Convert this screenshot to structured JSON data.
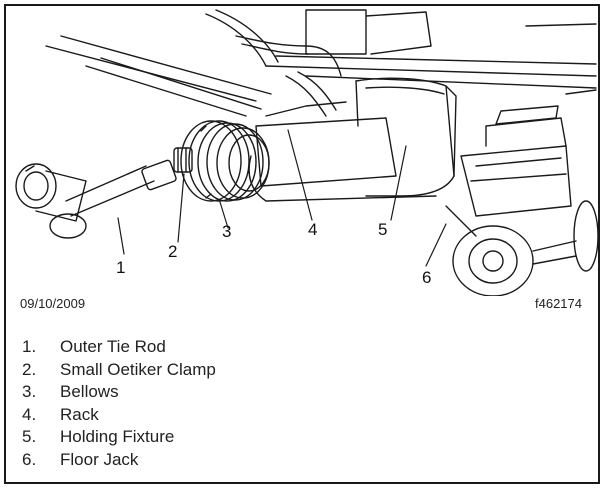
{
  "figure": {
    "date": "09/10/2009",
    "figure_id": "f462174",
    "callouts": [
      "1",
      "2",
      "3",
      "4",
      "5",
      "6"
    ]
  },
  "legend": [
    {
      "num": "1.",
      "label": "Outer Tie Rod"
    },
    {
      "num": "2.",
      "label": "Small Oetiker Clamp"
    },
    {
      "num": "3.",
      "label": "Bellows"
    },
    {
      "num": "4.",
      "label": "Rack"
    },
    {
      "num": "5.",
      "label": "Holding Fixture"
    },
    {
      "num": "6.",
      "label": "Floor Jack"
    }
  ]
}
